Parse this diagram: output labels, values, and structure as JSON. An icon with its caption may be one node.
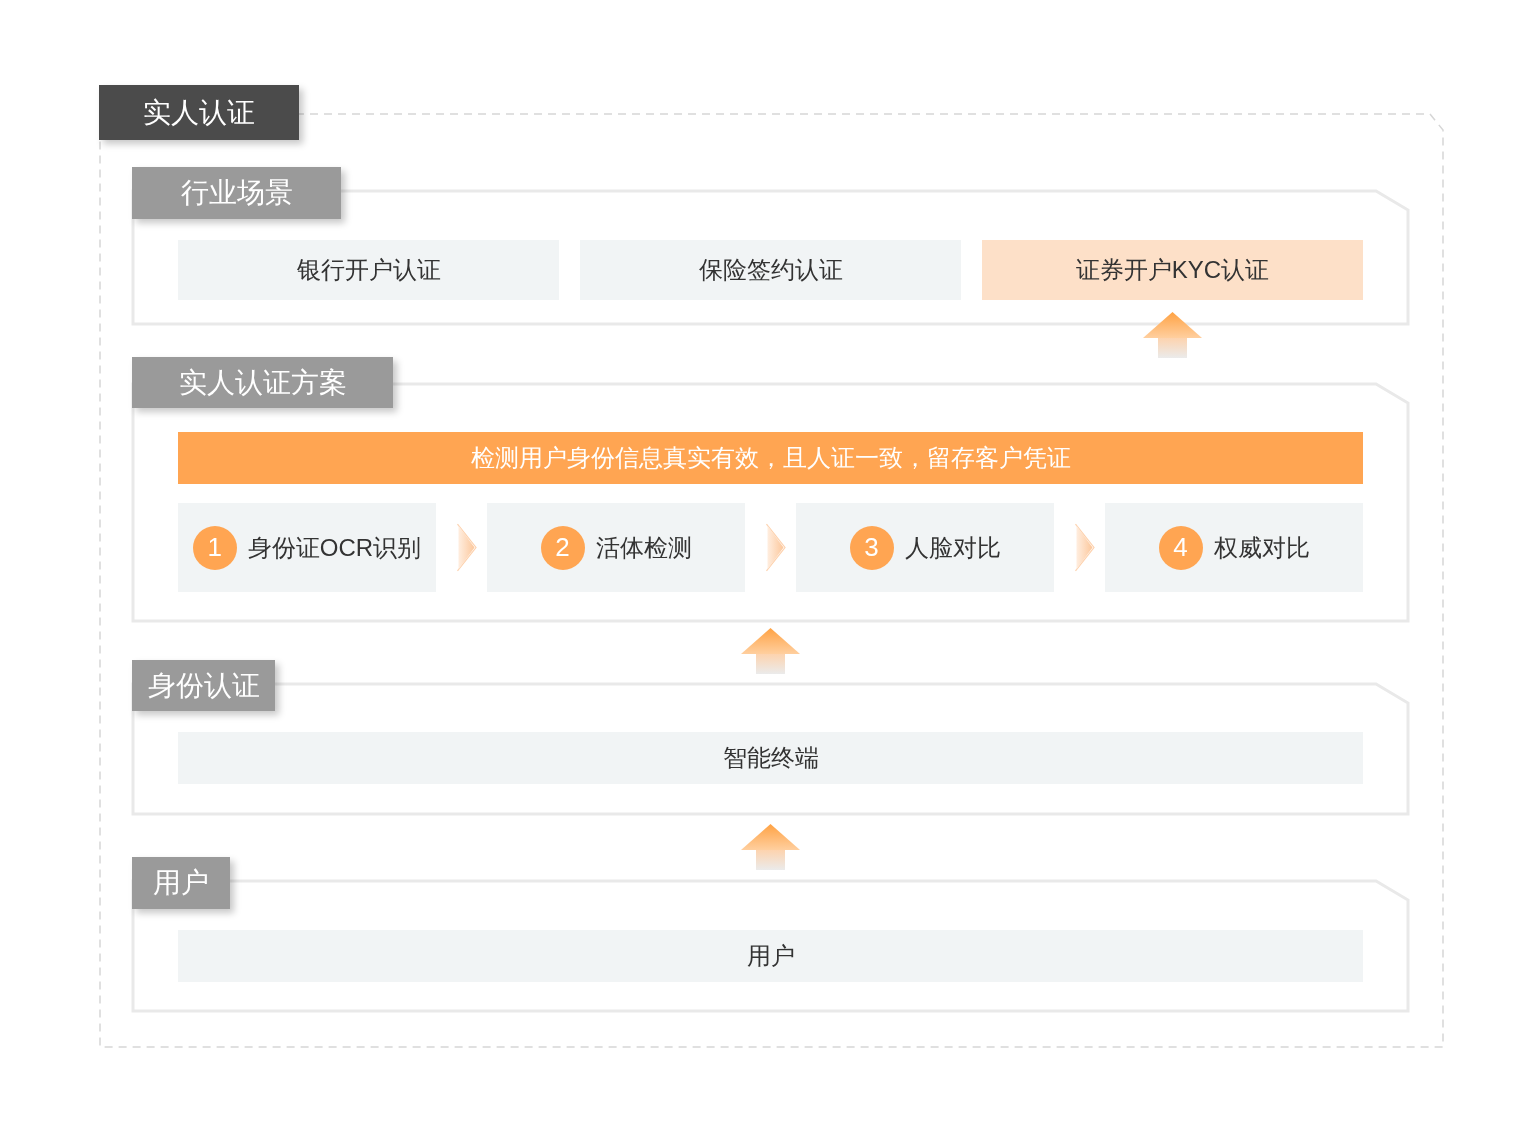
{
  "diagram": {
    "nodes": [
      {
        "text": [
          "实人认证"
        ]
      },
      {
        "text": [
          "行业场景"
        ],
        "in": 0
      },
      {
        "text": [
          "银行开户认证"
        ],
        "in": 1
      },
      {
        "text": [
          "保险签约认证"
        ],
        "in": 1
      },
      {
        "text": [
          "证券开户KYC认证"
        ],
        "in": 1
      },
      {
        "text": [
          "实人认证方案"
        ],
        "in": 0
      },
      {
        "text": [
          "检测用户身份信息真实有效，且人证一致，留存客户凭证"
        ],
        "in": 5
      },
      {
        "text": [
          "1",
          "身份证OCR识别"
        ],
        "in": 5
      },
      {
        "text": [
          "2",
          "活体检测"
        ],
        "in": 5
      },
      {
        "text": [
          "3",
          "人脸对比"
        ],
        "in": 5
      },
      {
        "text": [
          "4",
          "权威对比"
        ],
        "in": 5
      },
      {
        "text": [
          "身份认证"
        ],
        "in": 0
      },
      {
        "text": [
          "智能终端"
        ],
        "in": 11
      },
      {
        "text": [
          "用户"
        ],
        "in": 0
      },
      {
        "text": [
          "用户"
        ],
        "in": 13
      }
    ],
    "edges": [
      {
        "from": 5,
        "to": 4,
        "arrow": "to"
      },
      {
        "from": 7,
        "to": 8,
        "arrow": "to"
      },
      {
        "from": 8,
        "to": 9,
        "arrow": "to"
      },
      {
        "from": 9,
        "to": 10,
        "arrow": "to"
      },
      {
        "from": 11,
        "to": 5,
        "arrow": "to"
      },
      {
        "from": 13,
        "to": 11,
        "arrow": "to"
      }
    ]
  }
}
